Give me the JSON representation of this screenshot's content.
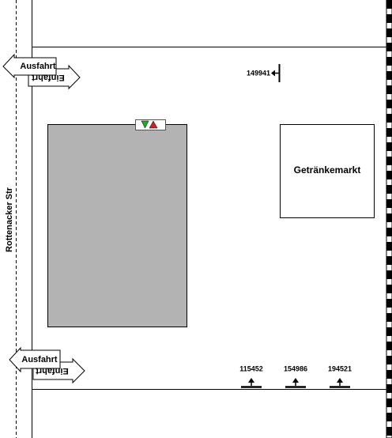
{
  "street": {
    "name": "Rottenacker Str"
  },
  "entrances": [
    {
      "exit_label": "Ausfahrt",
      "entry_label": "Einfahrt"
    },
    {
      "exit_label": "Ausfahrt",
      "entry_label": "Einfahrt"
    }
  ],
  "buildings": {
    "main_store": {
      "label": "",
      "fill": "#b3b3b3"
    },
    "getraenkemarkt": {
      "label": "Getränkemarkt"
    }
  },
  "elevator_indicator": {
    "down_color": "#22aa22",
    "up_color": "#cc2222"
  },
  "markers": [
    {
      "id": "149941",
      "direction": "left"
    },
    {
      "id": "115452",
      "direction": "up"
    },
    {
      "id": "154986",
      "direction": "up"
    },
    {
      "id": "194521",
      "direction": "up"
    }
  ],
  "boundary": {
    "pattern": "black-white-dashed"
  }
}
